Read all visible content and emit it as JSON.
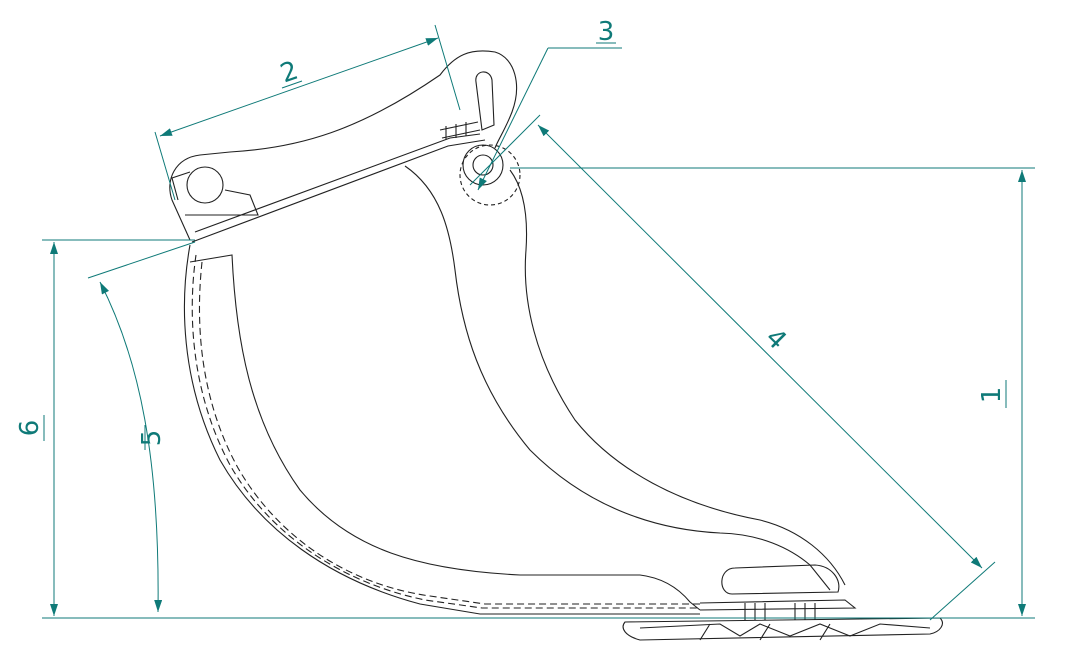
{
  "drawing": {
    "line_color": "#222222",
    "dim_color": "#0f7a78",
    "dimensions": [
      {
        "id": "1",
        "label": "1"
      },
      {
        "id": "2",
        "label": "2"
      },
      {
        "id": "3",
        "label": "3"
      },
      {
        "id": "4",
        "label": "4"
      },
      {
        "id": "5",
        "label": "5"
      },
      {
        "id": "6",
        "label": "6"
      }
    ]
  }
}
